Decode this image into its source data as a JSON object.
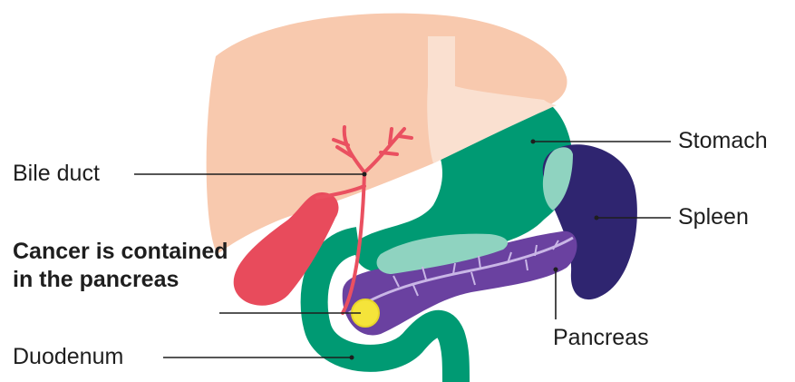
{
  "labels": {
    "bile_duct": "Bile duct",
    "cancer": "Cancer is contained in the pancreas",
    "duodenum": "Duodenum",
    "stomach": "Stomach",
    "spleen": "Spleen",
    "pancreas": "Pancreas"
  },
  "colors": {
    "liver": "#f8c9ae",
    "liver_overlap": "#fae0d0",
    "stomach": "#009a73",
    "stomach_overlap": "#8fd3c0",
    "spleen": "#2f2570",
    "pancreas": "#6a41a0",
    "pancreas_duct": "#c9b6e6",
    "gallbladder": "#e84b5c",
    "bile_duct": "#ea5060",
    "tumour": "#f5e43a",
    "leader_line": "#1e1e1e"
  }
}
